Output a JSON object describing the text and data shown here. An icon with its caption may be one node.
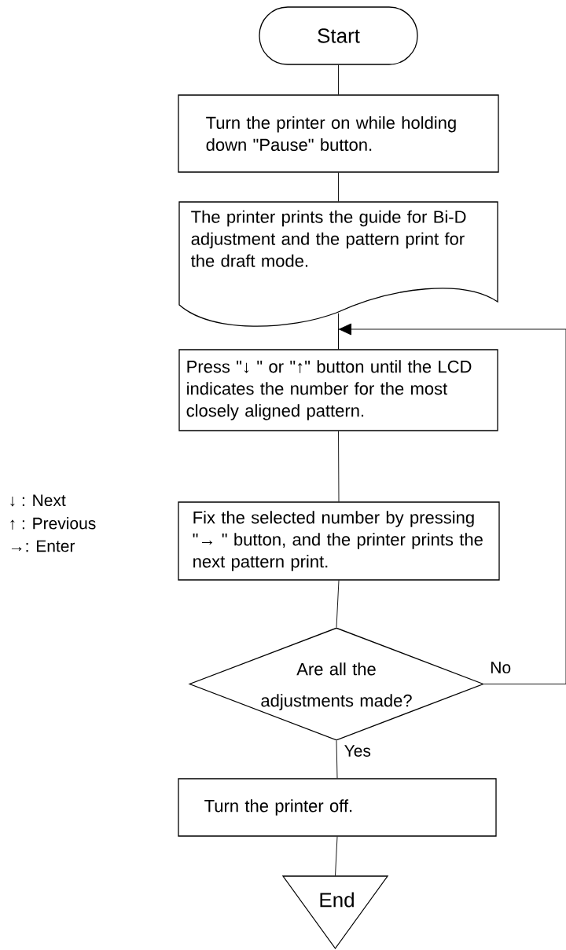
{
  "diagram": {
    "nodes": [
      {
        "text": [
          "Start"
        ]
      },
      {
        "text": [
          "Turn the printer on while holding down \"Pause\" button."
        ]
      },
      {
        "text": [
          "The printer prints the guide for Bi-D adjustment and the pattern print for the draft mode."
        ]
      },
      {
        "text": [
          "Press \"↓ \" or \"↑\" button until the LCD indicates the number for the most closely aligned pattern."
        ]
      },
      {
        "text": [
          "Fix the selected number by pressing \"→ \" button, and the printer prints the next pattern print."
        ]
      },
      {
        "text": [
          "Are all the adjustments made?"
        ]
      },
      {
        "text": [
          "Turn the printer off."
        ]
      },
      {
        "text": [
          "End"
        ]
      }
    ],
    "edges": [
      {
        "from": 0,
        "to": 1,
        "arrow": "none"
      },
      {
        "from": 1,
        "to": 2,
        "arrow": "none"
      },
      {
        "from": 2,
        "to": 3,
        "arrow": "none"
      },
      {
        "from": 3,
        "to": 4,
        "arrow": "none"
      },
      {
        "from": 4,
        "to": 5,
        "arrow": "none"
      },
      {
        "from": 5,
        "to": 6,
        "arrow": "none",
        "label": "Yes"
      },
      {
        "from": 5,
        "to": 3,
        "arrow": "to",
        "label": "No"
      },
      {
        "from": 6,
        "to": 7,
        "arrow": "none"
      }
    ],
    "labels": [
      "↓ : Next",
      "↑ : Previous",
      "→: Enter"
    ]
  }
}
